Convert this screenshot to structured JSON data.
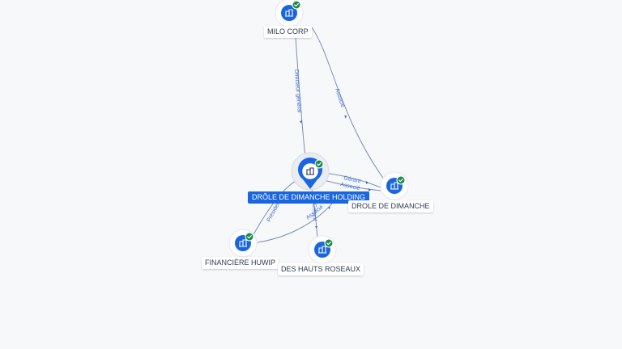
{
  "nodes": {
    "milo": {
      "label": "MILO CORP"
    },
    "main": {
      "label": "DRÔLE DE DIMANCHE HOLDING"
    },
    "drole": {
      "label": "DROLE DE DIMANCHE"
    },
    "huwip": {
      "label": "FINANCIÈRE HUWIP"
    },
    "roseaux": {
      "label": "DES HAUTS ROSEAUX"
    }
  },
  "edges": {
    "milo_main": "Directeur général",
    "milo_drole": "Associé",
    "main_drole_1": "Gérant",
    "main_drole_2": "Associé",
    "huwip_main": "Président",
    "roseaux_main_1": "Gérant",
    "huwip_roseaux": "Associé"
  },
  "colors": {
    "accent": "#1a66e0",
    "verified": "#1e8a4c",
    "edge": "#7d8fb0",
    "edge_label": "#3f6fd6"
  },
  "icons": {
    "node": "building-icon",
    "status": "check-badge-icon",
    "main": "map-pin-icon"
  }
}
